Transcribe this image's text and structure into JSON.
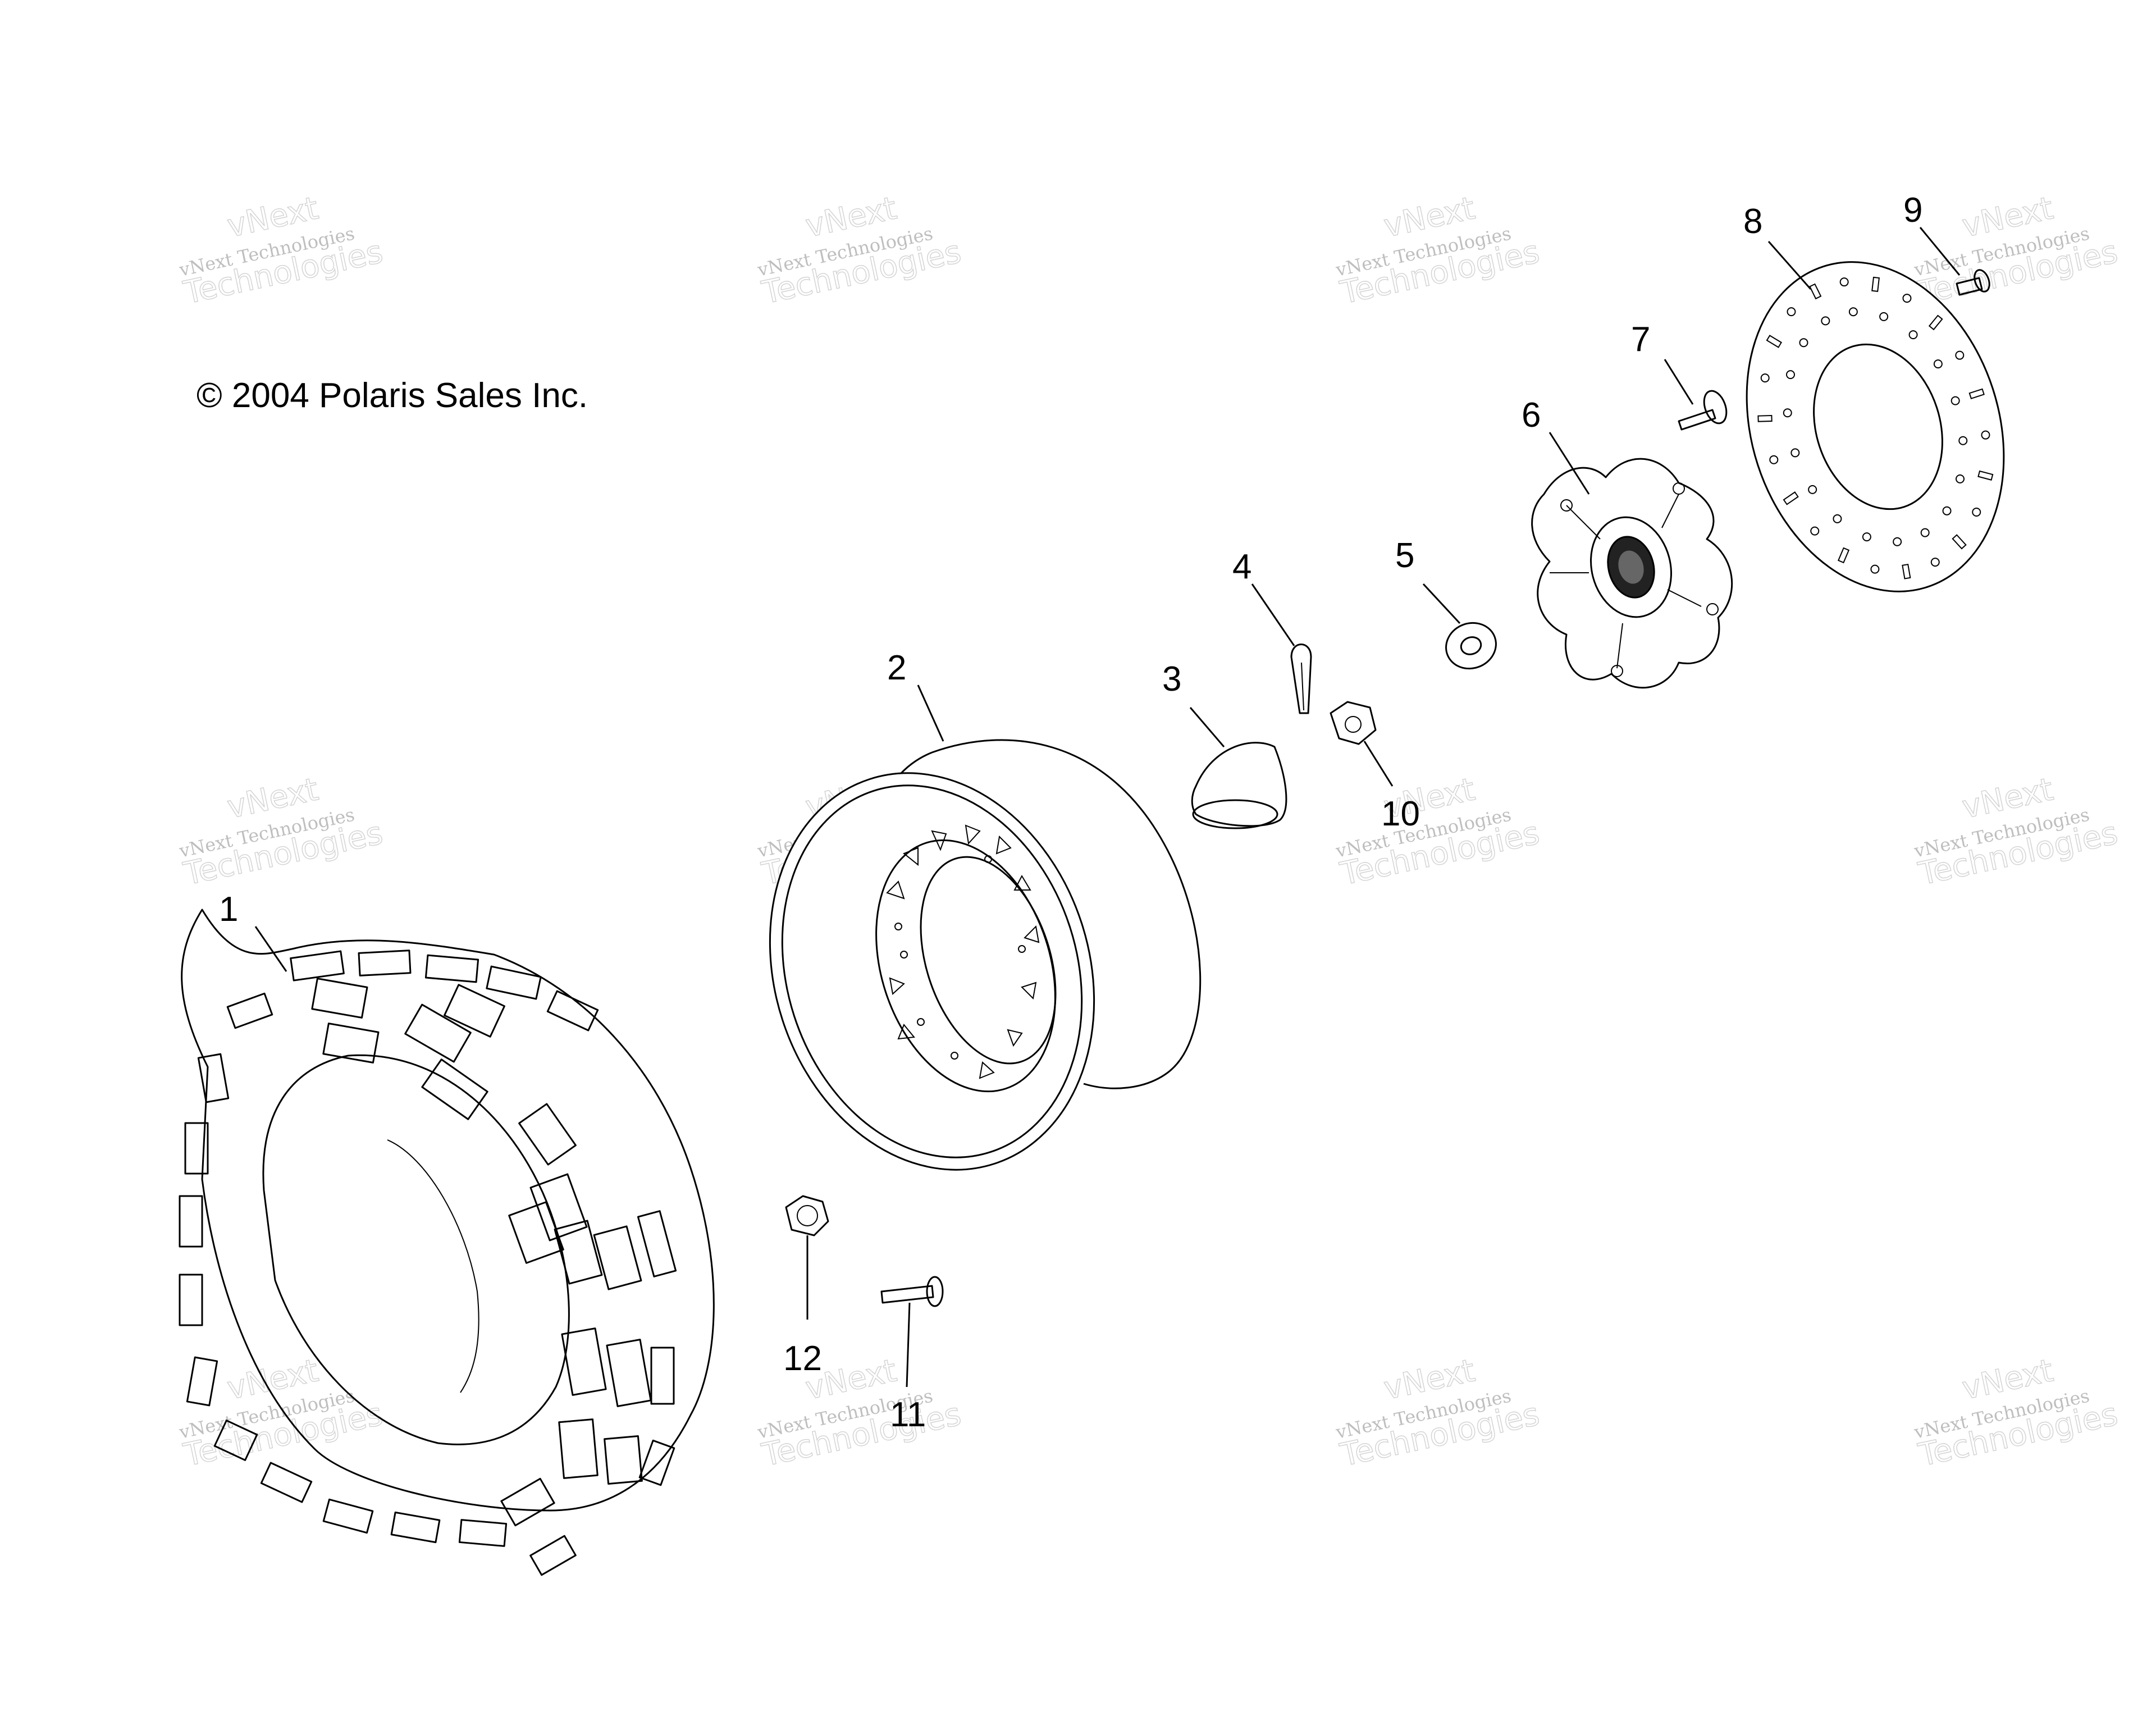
{
  "copyright": "© 2004 Polaris Sales Inc.",
  "watermark": {
    "line1": "vNext Technologies",
    "line2": "vNext",
    "line3": "Technologies"
  },
  "callouts": [
    {
      "id": "1",
      "label": "1",
      "part": "tire"
    },
    {
      "id": "2",
      "label": "2",
      "part": "wheel-rim"
    },
    {
      "id": "3",
      "label": "3",
      "part": "cap"
    },
    {
      "id": "4",
      "label": "4",
      "part": "cotter-pin"
    },
    {
      "id": "5",
      "label": "5",
      "part": "washer"
    },
    {
      "id": "6",
      "label": "6",
      "part": "hub"
    },
    {
      "id": "7",
      "label": "7",
      "part": "bolt"
    },
    {
      "id": "8",
      "label": "8",
      "part": "brake-disc"
    },
    {
      "id": "9",
      "label": "9",
      "part": "screw"
    },
    {
      "id": "10",
      "label": "10",
      "part": "castle-nut"
    },
    {
      "id": "11",
      "label": "11",
      "part": "stud"
    },
    {
      "id": "12",
      "label": "12",
      "part": "lug-nut"
    }
  ],
  "colors": {
    "line": "#000000",
    "watermark": "#8a8a8a",
    "background": "#ffffff"
  }
}
